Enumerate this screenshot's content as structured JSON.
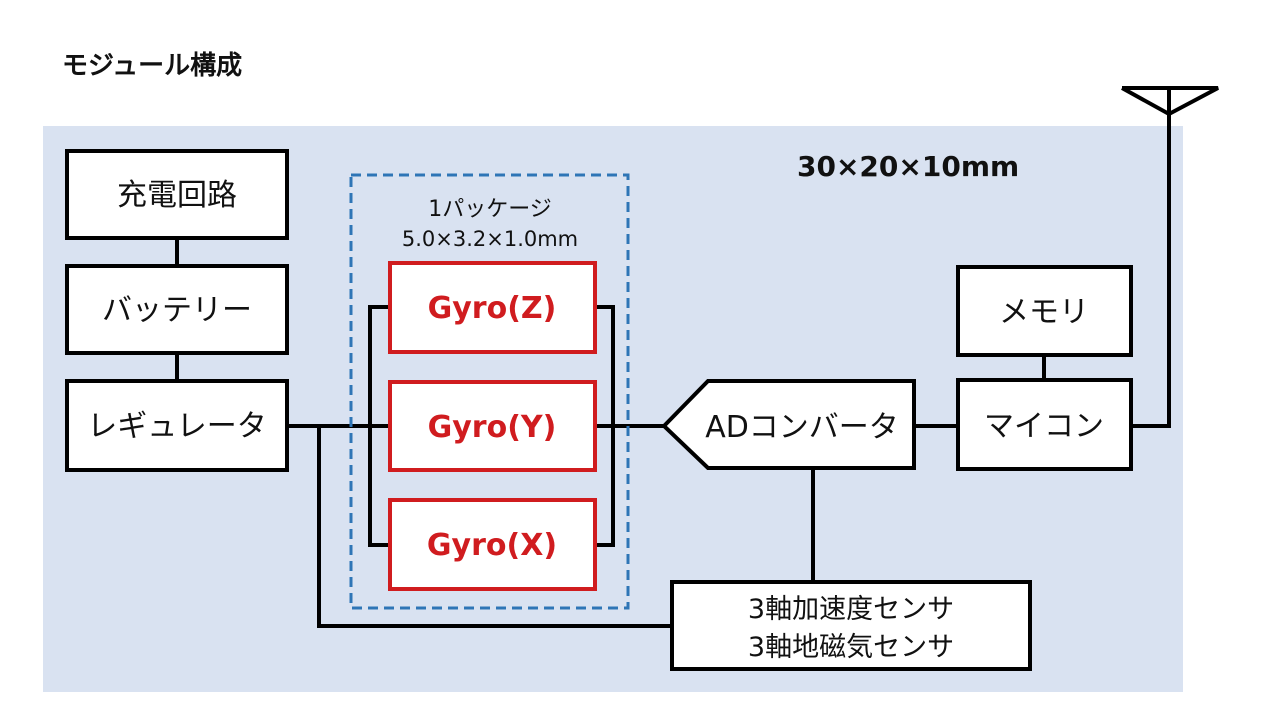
{
  "title": "モジュール構成",
  "module_size": "30×20×10mm",
  "colors": {
    "background_panel": "#D9E2F1",
    "gyro_accent": "#D01C1F",
    "package_outline": "#2E75B6",
    "line": "#000000"
  },
  "blocks": {
    "charging_circuit": "充電回路",
    "battery": "バッテリー",
    "regulator": "レギュレータ",
    "ad_converter": "ADコンバータ",
    "memory": "メモリ",
    "microcontroller": "マイコン",
    "sensor_line1": "3軸加速度センサ",
    "sensor_line2": "3軸地磁気センサ"
  },
  "package": {
    "label": "1パッケージ",
    "dimensions": "5.0×3.2×1.0mm",
    "gyros": [
      "Gyro(Z)",
      "Gyro(Y)",
      "Gyro(X)"
    ]
  },
  "icons": {
    "antenna": "antenna-icon"
  }
}
